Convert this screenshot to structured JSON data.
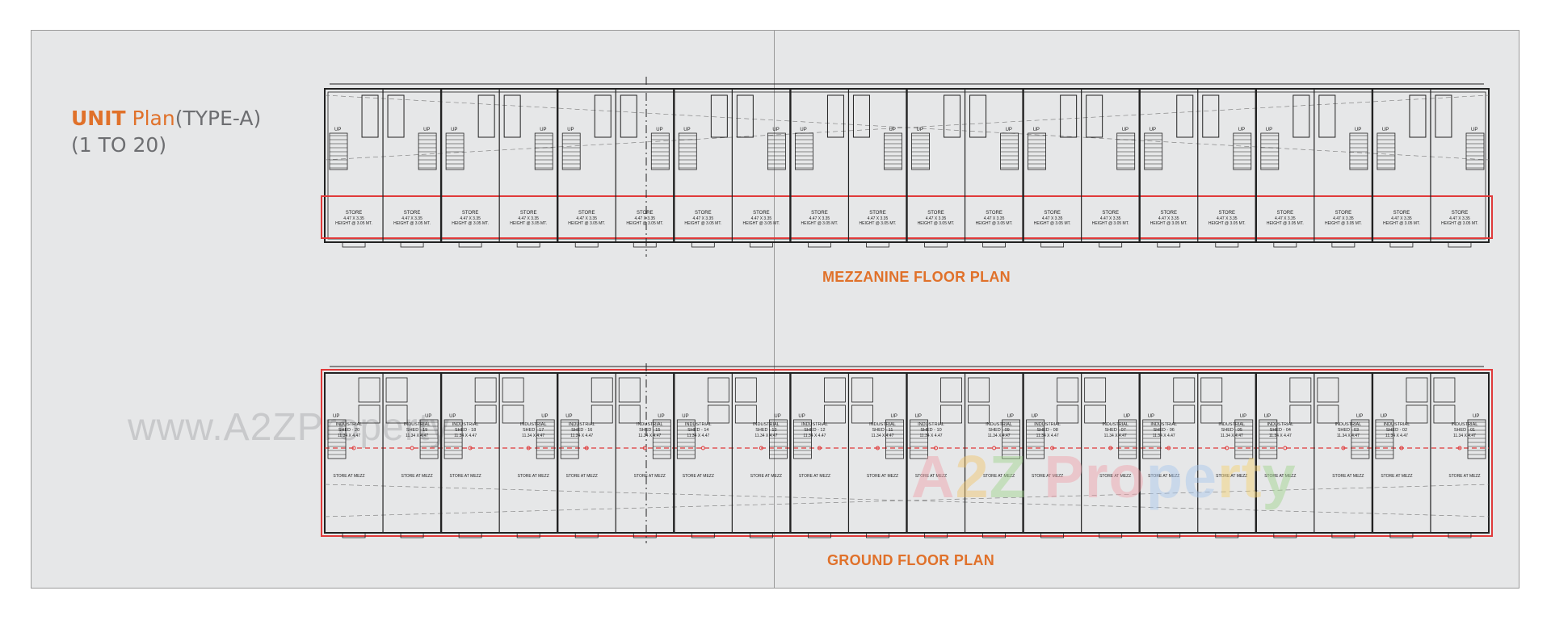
{
  "title": {
    "unit": "UNIT",
    "plan": "Plan",
    "type": "(TYPE-A)",
    "range": "(1 TO 20)"
  },
  "mezzanine": {
    "label": "MEZZANINE FLOOR PLAN",
    "store_title": "STORE",
    "store_size": "4.47 X 3.35",
    "store_height": "HEIGHT @ 3.05 MT.",
    "stair_label": "UP"
  },
  "ground": {
    "label": "GROUND FLOOR PLAN",
    "shed_title": "INDUSTRIAL",
    "shed_size": "11.34 X 4.47",
    "shed_prefix": "SHED -",
    "unit_numbers": [
      "20",
      "19",
      "18",
      "17",
      "16",
      "15",
      "14",
      "13",
      "12",
      "11",
      "10",
      "09",
      "08",
      "07",
      "06",
      "05",
      "04",
      "03",
      "02",
      "01"
    ],
    "store_note": "STORE AT MEZZ",
    "stair_label": "UP"
  },
  "watermark": {
    "url": "www.A2ZProperty",
    "logo_a": "A",
    "logo_2": "2",
    "logo_z": "Z",
    "logo_p1": "Pro",
    "logo_p2": "pe",
    "logo_p3": "rt",
    "logo_p4": "y"
  },
  "colors": {
    "accent": "#e0712a",
    "wall": "#222222",
    "red_line": "#e03a3a",
    "sheet_bg": "#e6e7e8"
  }
}
